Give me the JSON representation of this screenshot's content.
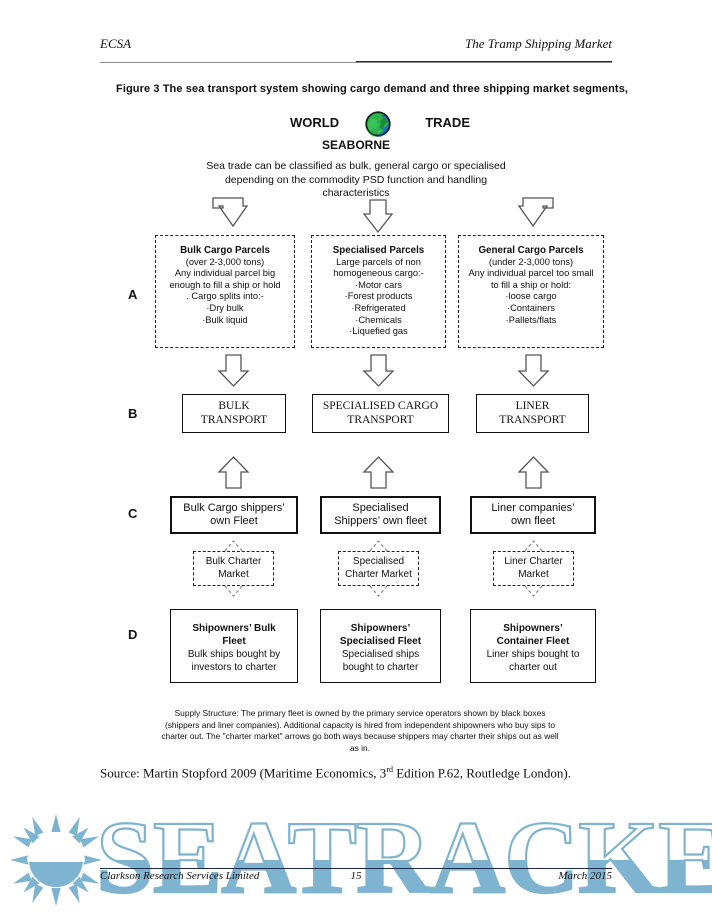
{
  "header": {
    "left": "ECSA",
    "right": "The Tramp Shipping Market"
  },
  "figure": {
    "title": "Figure 3 The sea transport system showing cargo demand and three shipping market segments,",
    "world_label": "WORLD",
    "trade_label": "TRADE",
    "globe_icon": "globe-icon",
    "seaborne_label": "SEABORNE",
    "blurb": "Sea trade can be classified as bulk, general cargo or specialised depending on the commodity PSD function and handling characteristics"
  },
  "rows": {
    "a_label": "A",
    "b_label": "B",
    "c_label": "C",
    "d_label": "D"
  },
  "row_a": [
    {
      "title": "Bulk Cargo Parcels",
      "lines": [
        "(over 2-3,000 tons)",
        "Any individual parcel  big",
        "enough to fill a ship or hold",
        ". Cargo splits into:-"
      ],
      "bullets": [
        "·Dry bulk",
        "·Bulk liquid"
      ]
    },
    {
      "title": "Specialised Parcels",
      "lines": [
        "Large parcels of non",
        "homogeneous cargo:-"
      ],
      "bullets": [
        "·Motor cars",
        "·Forest products",
        "·Refrigerated",
        "·Chemicals",
        "·Liquefied gas"
      ]
    },
    {
      "title": "General Cargo Parcels",
      "lines": [
        "(under 2-3,000 tons)",
        "Any individual parcel too small",
        "to fill a ship or hold:"
      ],
      "bullets": [
        "·loose cargo",
        "·Containers",
        "·Pallets/flats"
      ]
    }
  ],
  "row_b": [
    {
      "line1": "BULK",
      "line2": "TRANSPORT"
    },
    {
      "line1": "SPECIALISED CARGO",
      "line2": "TRANSPORT"
    },
    {
      "line1": "LINER",
      "line2": "TRANSPORT"
    }
  ],
  "row_c": [
    {
      "line1": "Bulk Cargo shippers’",
      "line2": "own Fleet"
    },
    {
      "line1": "Specialised",
      "line2": "Shippers’ own fleet"
    },
    {
      "line1": "Liner companies’",
      "line2": "own fleet"
    }
  ],
  "charter_markets": [
    {
      "line1": "Bulk Charter",
      "line2": "Market"
    },
    {
      "line1": "Specialised",
      "line2": "Charter Market"
    },
    {
      "line1": "Liner Charter",
      "line2": "Market"
    }
  ],
  "row_d": [
    {
      "title1": "Shipowners’ Bulk",
      "title2": "Fleet",
      "body1": "Bulk ships bought by",
      "body2": "investors to charter"
    },
    {
      "title1": "Shipowners’",
      "title2": "Specialised Fleet",
      "body1": "Specialised ships",
      "body2": "bought to charter"
    },
    {
      "title1": "Shipowners’",
      "title2": "Container Fleet",
      "body1": "Liner ships bought to",
      "body2": "charter out"
    }
  ],
  "supply_note": "Supply Structure: The primary fleet is owned by the primary service operators shown by black boxes (shippers and liner companies). Additional capacity is hired from independent shipowners who buy sips to charter out. The \"charter market\" arrows go both ways because shippers may charter their ships out as well as in.",
  "source": {
    "prefix": "Source: Martin Stopford 2009 (Maritime Economics, 3",
    "ordinal": "rd",
    "suffix": " Edition P.62, Routledge London)."
  },
  "footer": {
    "left": "Clarkson Research Services Limited",
    "page": "15",
    "right": "March 2015"
  },
  "watermark": {
    "text": "SEATRACKER.RU",
    "logo_icon": "sunburst-logo-icon",
    "color": "#7fb4d0"
  }
}
